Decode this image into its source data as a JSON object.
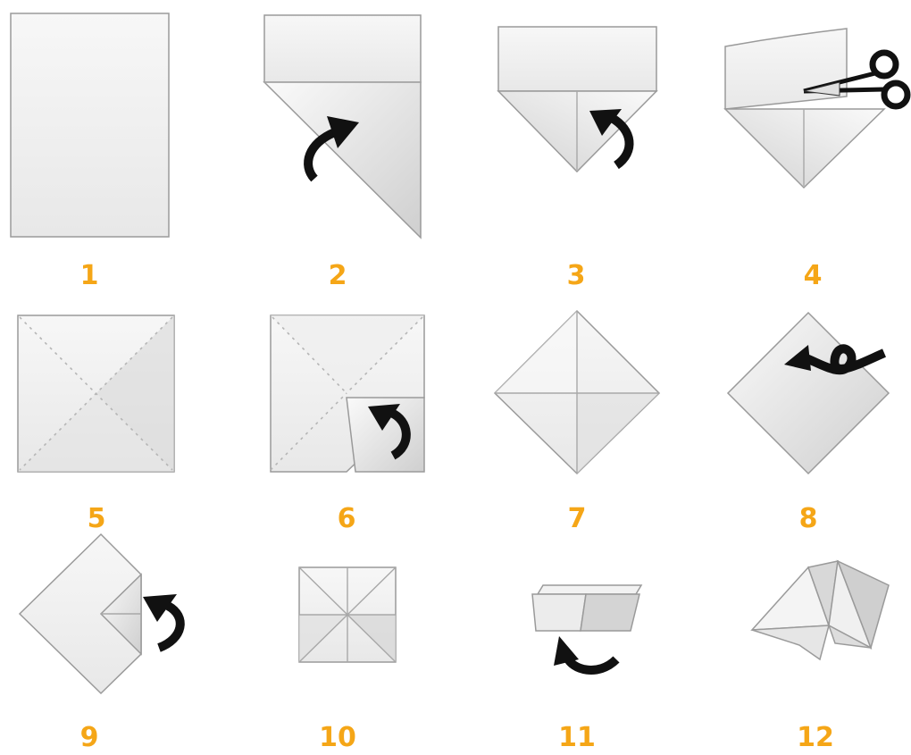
{
  "steps": [
    {
      "label": "1"
    },
    {
      "label": "2"
    },
    {
      "label": "3"
    },
    {
      "label": "4"
    },
    {
      "label": "5"
    },
    {
      "label": "6"
    },
    {
      "label": "7"
    },
    {
      "label": "8"
    },
    {
      "label": "9"
    },
    {
      "label": "10"
    },
    {
      "label": "11"
    },
    {
      "label": "12"
    }
  ],
  "colors": {
    "label": "#f5a617",
    "paper": "#f3f3f3",
    "paper_shade": "#dcdcdc",
    "arrow": "#111111"
  }
}
